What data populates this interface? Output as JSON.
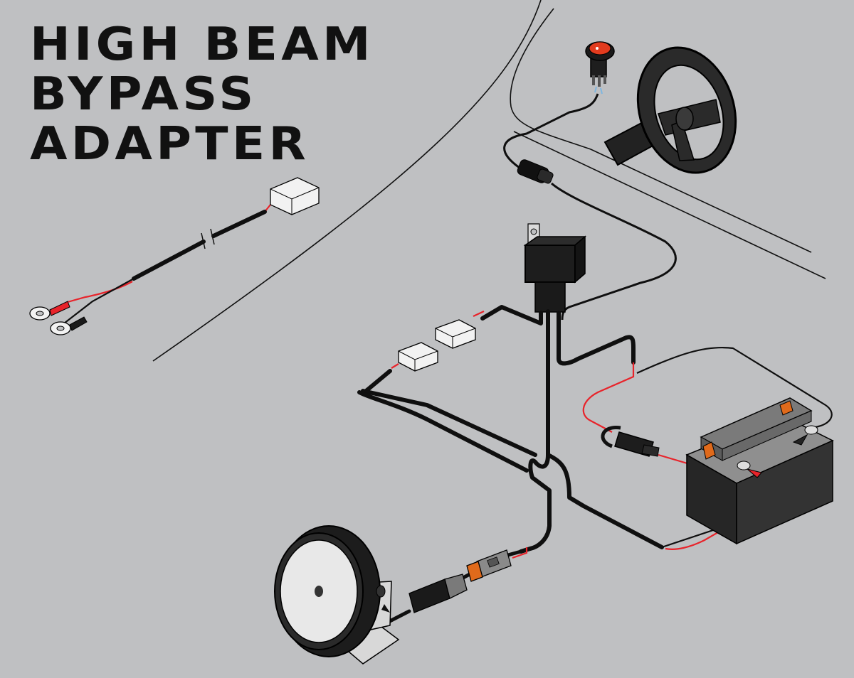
{
  "title": {
    "line1": "HIGH BEAM",
    "line2": "BYPASS",
    "line3": "ADAPTER"
  },
  "colors": {
    "background": "#bfc0c2",
    "wire_black": "#0f0f0f",
    "wire_red": "#e8232a",
    "connector_white": "#f2f2f2",
    "switch_red": "#e23b1e",
    "terminal_orange": "#e06a1b",
    "battery_body": "#2d2d2d",
    "battery_top": "#8f8f8f"
  },
  "icons": {
    "steering": "steering-wheel-icon",
    "switch": "rocker-switch-icon",
    "relay": "relay-icon",
    "battery": "battery-icon",
    "fuse": "inline-fuse-icon",
    "light": "driving-light-icon",
    "ring_terminal": "ring-terminal-icon"
  }
}
